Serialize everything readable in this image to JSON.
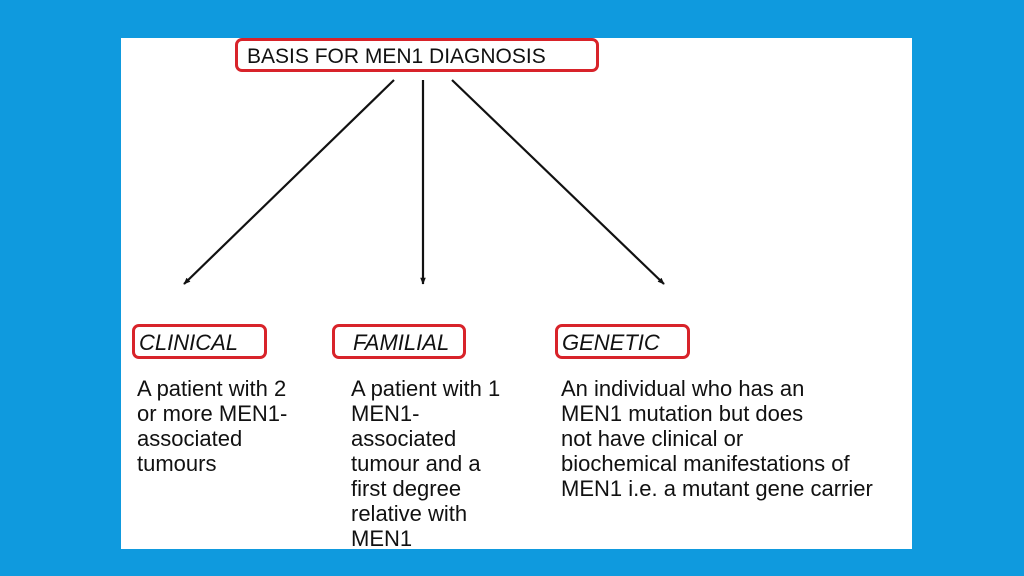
{
  "colors": {
    "background": "#0f9ade",
    "panel": "#ffffff",
    "box_border": "#d8232a",
    "text": "#111111",
    "arrow": "#111111"
  },
  "title": "BASIS FOR MEN1 DIAGNOSIS",
  "categories": [
    {
      "label": "CLINICAL",
      "description_lines": [
        "A patient with 2",
        "or more MEN1-",
        "associated",
        "tumours"
      ]
    },
    {
      "label": "FAMILIAL",
      "description_lines": [
        "A patient with 1",
        "MEN1-",
        "associated",
        "tumour and a",
        "first degree",
        "relative with",
        "MEN1"
      ]
    },
    {
      "label": "GENETIC",
      "description_lines": [
        "An individual who has an",
        "MEN1 mutation but does",
        "not have clinical or",
        "biochemical manifestations of",
        "MEN1 i.e. a mutant gene carrier"
      ]
    }
  ]
}
